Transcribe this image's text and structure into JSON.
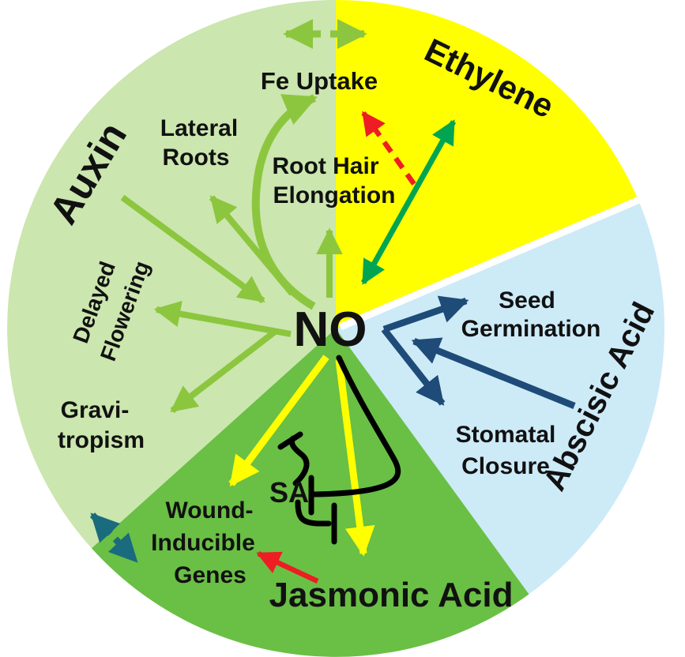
{
  "figure": {
    "title": "NO phytohormone interaction wheel",
    "center_label": "NO",
    "sectors": {
      "auxin": {
        "label": "Auxin"
      },
      "ethylene": {
        "label": "Ethylene"
      },
      "abscisic_acid": {
        "label": "Abscisic Acid"
      },
      "jasmonic_acid": {
        "label": "Jasmonic Acid"
      }
    },
    "labels": {
      "fe_uptake": "Fe Uptake",
      "lateral_roots": [
        "Lateral",
        "Roots"
      ],
      "root_hair_elongation": [
        "Root Hair",
        "Elongation"
      ],
      "delayed_flowering": [
        "Delayed",
        "Flowering"
      ],
      "gravitropism": [
        "Gravi-",
        "tropism"
      ],
      "seed_germination": [
        "Seed",
        "Germination"
      ],
      "stomatal_closure": [
        "Stomatal",
        "Closure"
      ],
      "wound_inducible_genes": [
        "Wound-",
        "Inducible",
        "Genes"
      ],
      "sa": "SA"
    },
    "colors": {
      "auxin_sector": "#cbe6ae",
      "ethylene_sector": "#ffff00",
      "abscisic_sector": "#cdeaf7",
      "jasmonic_sector": "#6abf45",
      "auxin_arrow": "#8cc63e",
      "ethylene_arrow": "#00a551",
      "aba_arrow": "#1e4b78",
      "yellow_arrow": "#ffff00",
      "red_arrow": "#ee1c23",
      "teal_arrow": "#1a6b7d",
      "inhibition_line": "#000000",
      "text": "#111111"
    }
  }
}
